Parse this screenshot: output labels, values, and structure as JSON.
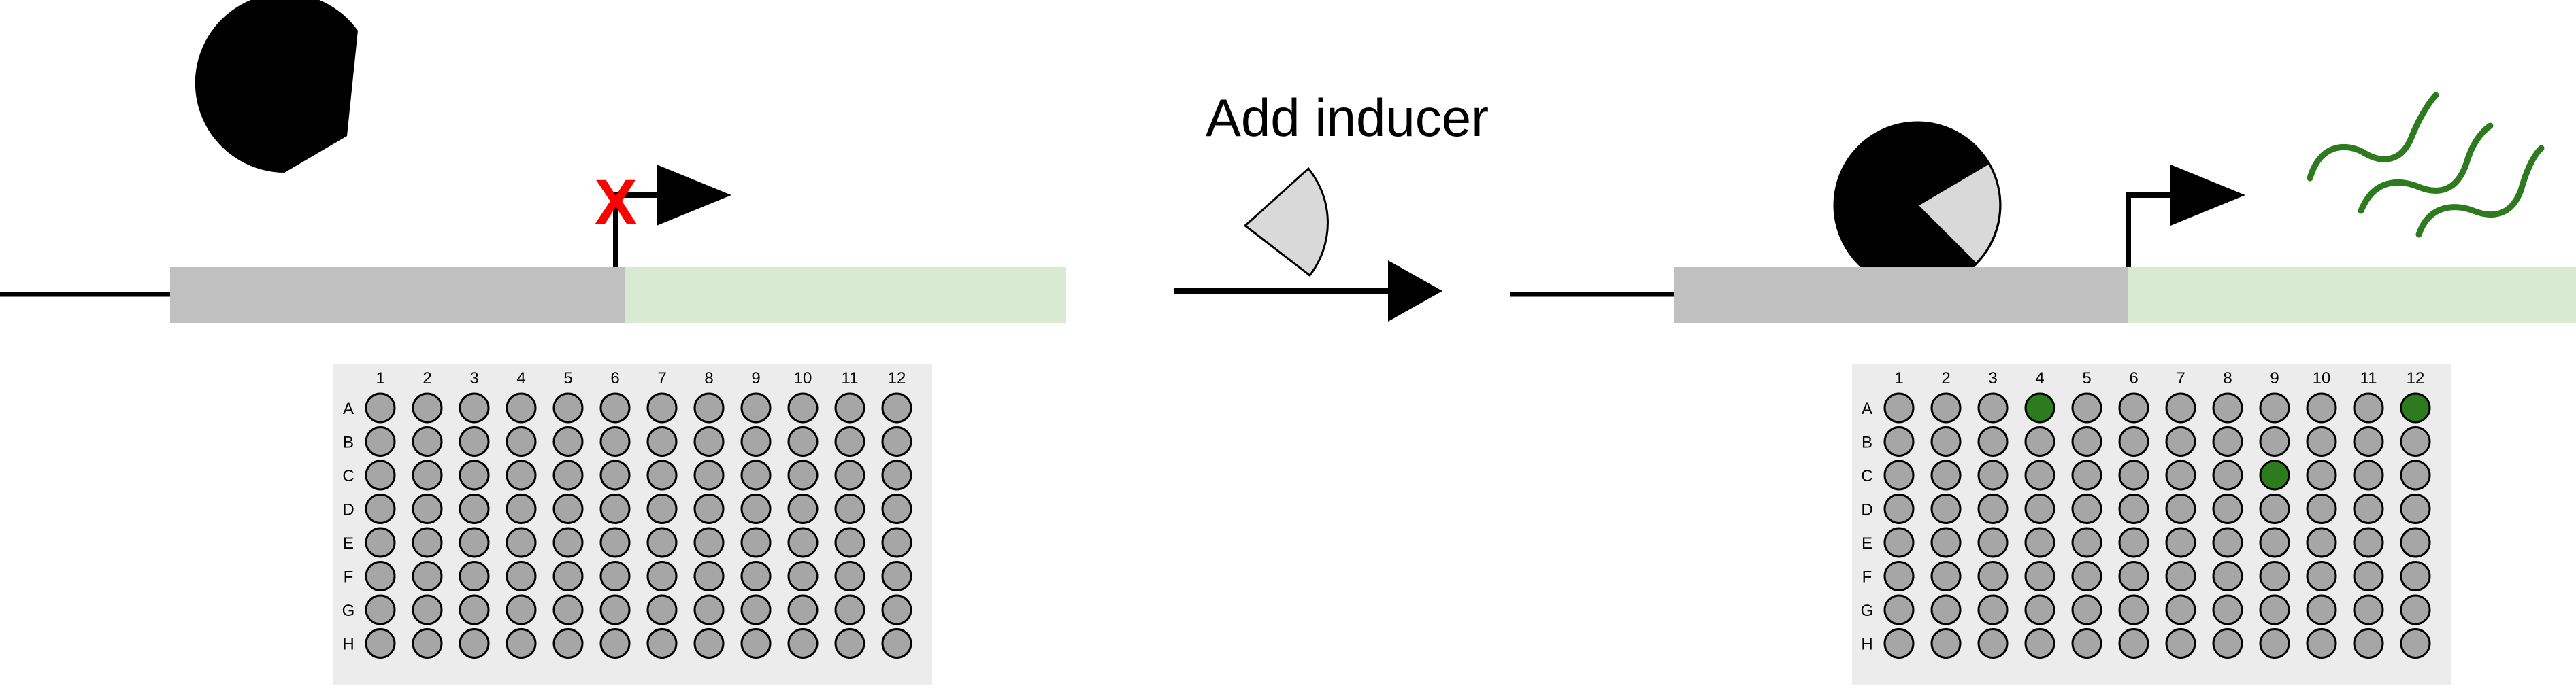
{
  "caption": "Add inducer",
  "colors": {
    "repressor": "#000000",
    "inducer_fill": "#d9d9d9",
    "promoter_block": "#c0c0c0",
    "gene_block": "#d9ead3",
    "blocked_mark": "#ff0000",
    "mrna": "#2d7a1f",
    "well_default": "#a6a6a6",
    "well_positive": "#2d7a1f",
    "plate_background": "#ececec"
  },
  "plate": {
    "column_labels": [
      "1",
      "2",
      "3",
      "4",
      "5",
      "6",
      "7",
      "8",
      "9",
      "10",
      "11",
      "12"
    ],
    "row_labels": [
      "A",
      "B",
      "C",
      "D",
      "E",
      "F",
      "G",
      "H"
    ]
  },
  "left_panel": {
    "state": "uninduced",
    "transcription_blocked_mark": "X",
    "positive_wells": []
  },
  "right_panel": {
    "state": "induced",
    "positive_wells": [
      "A4",
      "A12",
      "C9"
    ]
  }
}
